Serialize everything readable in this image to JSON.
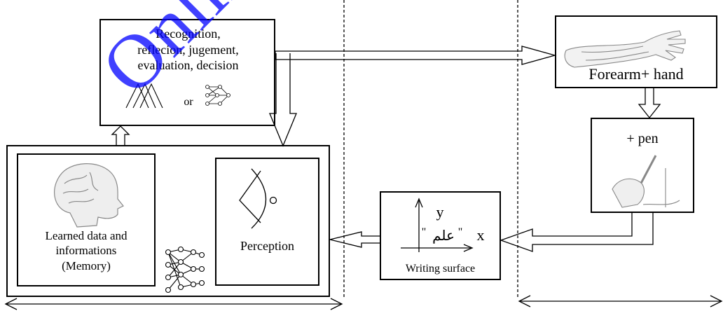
{
  "decision_box": {
    "lines": [
      "Recognition,",
      "reflecion, jugement,",
      "evaluation, decision"
    ],
    "or_label": "or"
  },
  "arm_box": {
    "label": "Forearm+ hand"
  },
  "pen_box": {
    "label": "+ pen"
  },
  "surface_box": {
    "y_label": "y",
    "x_label": "x",
    "quote_open": "\"",
    "arabic_word": "علم",
    "quote_close": "\"",
    "label": "Writing surface"
  },
  "memory_box": {
    "lines": [
      "Learned data and",
      "informations",
      "(Memory)"
    ]
  },
  "perception_box": {
    "label": "Perception"
  },
  "watermark": "Online F",
  "colors": {
    "stroke": "#000000",
    "watermark": "#0000ff",
    "figure_gray": "#999999"
  },
  "icons": [
    "fuzzy-triangles-icon",
    "neural-network-icon",
    "brain-head-icon",
    "arm-hand-icon",
    "pen-hand-icon",
    "arc-sensor-icon"
  ]
}
